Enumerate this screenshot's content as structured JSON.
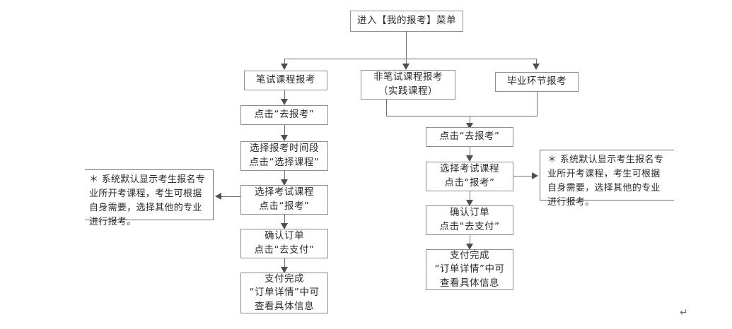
{
  "diagram": {
    "title_box": {
      "label": "进入【我的报考】菜单"
    },
    "branches": {
      "written": "笔试课程报考",
      "non_written": "非笔试课程报考\n（实践课程）",
      "graduation": "毕业环节报考"
    },
    "left_flow": [
      "点击“去报考”",
      "选择报考时间段\n点击“选择课程”",
      "选择考试课程\n点击“报考”",
      "确认订单\n点击“去支付”",
      "支付完成\n“订单详情”中可\n查看具体信息"
    ],
    "right_flow": [
      "点击“去报考”",
      "选择考试课程\n点击“报考”",
      "确认订单\n点击“去支付”",
      "支付完成\n“订单详情”中可\n查看具体信息"
    ],
    "notes": {
      "left": "＊ 系统默认显示考生报名专\n业所开考课程，考生可根据\n自身需要，选择其他的专业\n进行报考。",
      "right": "＊ 系统默认显示考生报名专\n业所开考课程，考生可根据\n自身需要，选择其他的专业\n进行报考。"
    },
    "paragraph_mark": "↵",
    "colors": {
      "box_border": "#8a8f96",
      "line": "#6d7278",
      "arrow": "#4a4f55",
      "text": "#2b2b2b",
      "background": "#ffffff"
    }
  }
}
